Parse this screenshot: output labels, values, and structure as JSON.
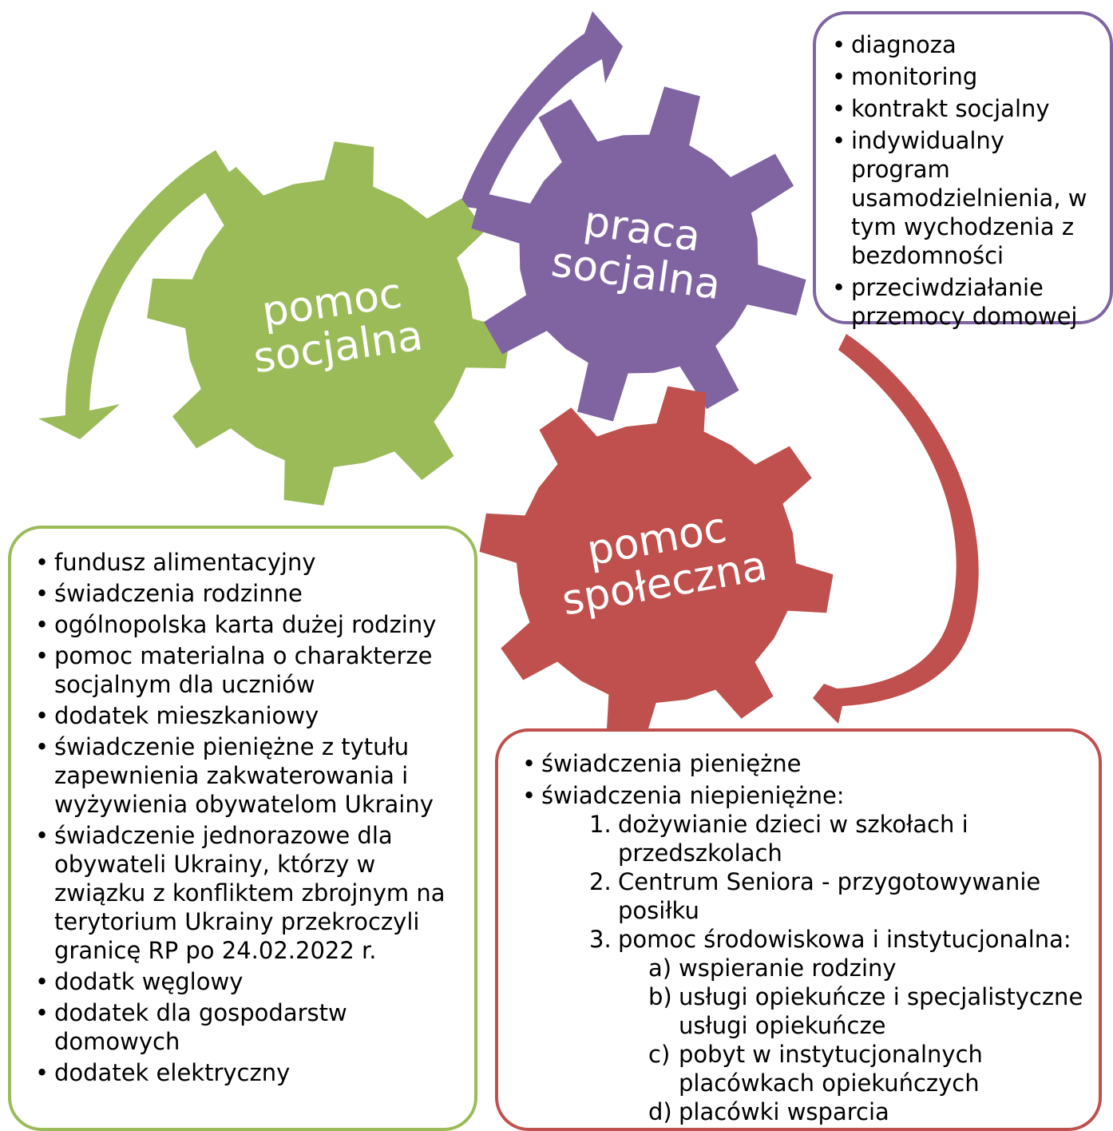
{
  "gears": {
    "pomoc_socjalna": {
      "line1": "pomoc",
      "line2": "socjalna",
      "color": "#9bbb59"
    },
    "praca_socjalna": {
      "line1": "praca",
      "line2": "socjalna",
      "color": "#8064a2"
    },
    "pomoc_spoleczna": {
      "line1": "pomoc",
      "line2": "społeczna",
      "color": "#c0504d"
    }
  },
  "praca_box": {
    "items": [
      {
        "text": "diagnoza"
      },
      {
        "text": "monitoring"
      },
      {
        "text": "kontrakt socjalny"
      },
      {
        "text": "indywidualny program usamodzielnienia, w tym wychodzenia z bezdomności"
      },
      {
        "text": "przeciwdziałanie przemocy domowej"
      }
    ]
  },
  "pomoc_socjalna_box": {
    "items": [
      {
        "text": "fundusz alimentacyjny"
      },
      {
        "text": "świadczenia rodzinne"
      },
      {
        "text": "ogólnopolska karta dużej rodziny"
      },
      {
        "text": "pomoc materialna o charakterze socjalnym dla uczniów"
      },
      {
        "text": "dodatek mieszkaniowy"
      },
      {
        "text": "świadczenie pieniężne z tytułu zapewnienia zakwaterowania i wyżywienia obywatelom Ukrainy"
      },
      {
        "text": "świadczenie jednorazowe dla obywateli Ukrainy, którzy w związku z konfliktem zbrojnym na terytorium Ukrainy przekroczyli granicę RP po 24.02.2022 r."
      },
      {
        "text": "dodatk węglowy"
      },
      {
        "text": "dodatek dla gospodarstw domowych"
      },
      {
        "text": "dodatek elektryczny"
      }
    ]
  },
  "pomoc_spoleczna_box": {
    "item1": "świadczenia pieniężne",
    "item2": "świadczenia niepieniężne:",
    "numbered": [
      {
        "n": "1.",
        "text": "dożywianie dzieci w szkołach i przedszkolach"
      },
      {
        "n": "2.",
        "text": "Centrum Seniora - przygotowywanie posiłku"
      },
      {
        "n": "3.",
        "text": "pomoc środowiskowa i instytucjonalna:"
      }
    ],
    "lettered": [
      {
        "n": "a)",
        "text": "wspieranie rodziny"
      },
      {
        "n": "b)",
        "text": "usługi opiekuńcze i specjalistyczne usługi opiekuńcze"
      },
      {
        "n": "c)",
        "text": "pobyt w instytucjonalnych placówkach opiekuńczych"
      },
      {
        "n": "d)",
        "text": "placówki wsparcia"
      }
    ]
  }
}
